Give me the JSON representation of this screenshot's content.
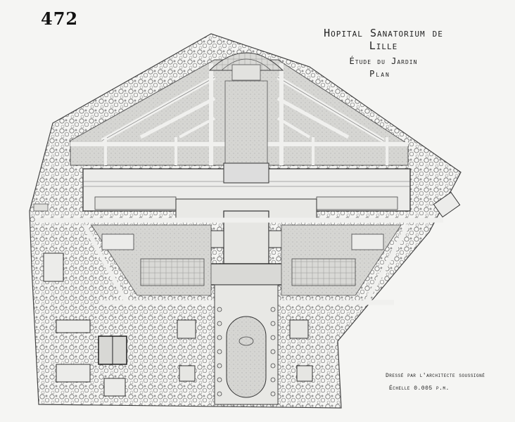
{
  "sheet": {
    "number": "472",
    "title": "Hopital Sanatorium de Lille",
    "subtitle": "Étude du Jardin",
    "drawing_type": "Plan",
    "author_note": "Dressé par l'architecte soussigné",
    "scale_note": "Échelle 0.005 p.m."
  },
  "colors": {
    "paper": "#f5f5f3",
    "ink": "#222222",
    "foliage": "#777777"
  }
}
